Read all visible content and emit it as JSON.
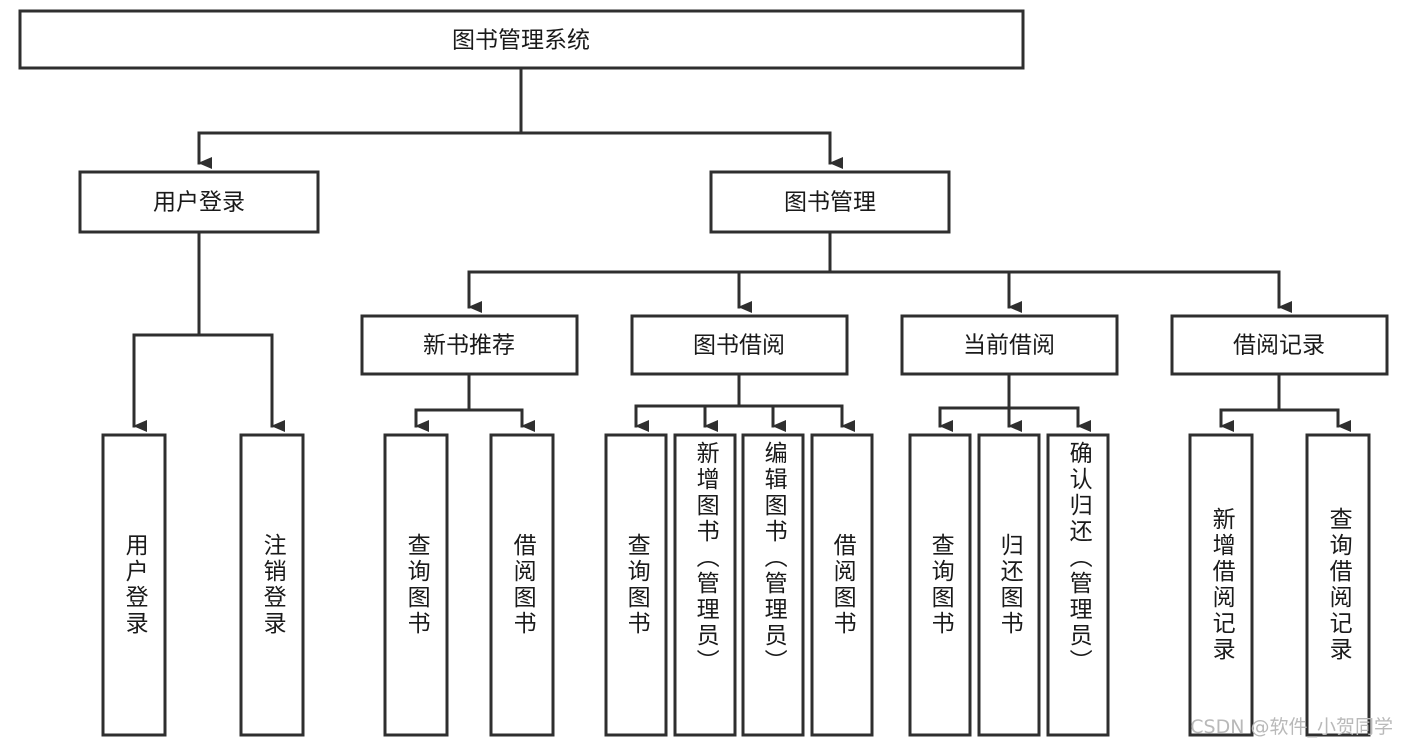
{
  "diagram": {
    "title": "图书管理系统",
    "type": "tree",
    "watermark": "CSDN @软件_小贺同学",
    "colors": {
      "box_stroke": "#2f2f2f",
      "box_fill": "#ffffff",
      "text": "#1a1a1a",
      "background": "#ffffff",
      "watermark": "#b9b9b9"
    },
    "root": {
      "label": "图书管理系统"
    },
    "level2": [
      {
        "label": "用户登录"
      },
      {
        "label": "图书管理"
      }
    ],
    "level3": [
      {
        "label": "新书推荐"
      },
      {
        "label": "图书借阅"
      },
      {
        "label": "当前借阅"
      },
      {
        "label": "借阅记录"
      }
    ],
    "leaves": {
      "user_login": [
        {
          "label": "用户登录"
        },
        {
          "label": "注销登录"
        }
      ],
      "new_book_recommend": [
        {
          "label": "查询图书"
        },
        {
          "label": "借阅图书"
        }
      ],
      "book_borrow": [
        {
          "label": "查询图书"
        },
        {
          "label": "新增图书（管理员）"
        },
        {
          "label": "编辑图书（管理员）"
        },
        {
          "label": "借阅图书"
        }
      ],
      "current_borrow": [
        {
          "label": "查询图书"
        },
        {
          "label": "归还图书"
        },
        {
          "label": "确认归还（管理员）"
        }
      ],
      "borrow_record": [
        {
          "label": "新增借阅记录"
        },
        {
          "label": "查询借阅记录"
        }
      ]
    }
  }
}
